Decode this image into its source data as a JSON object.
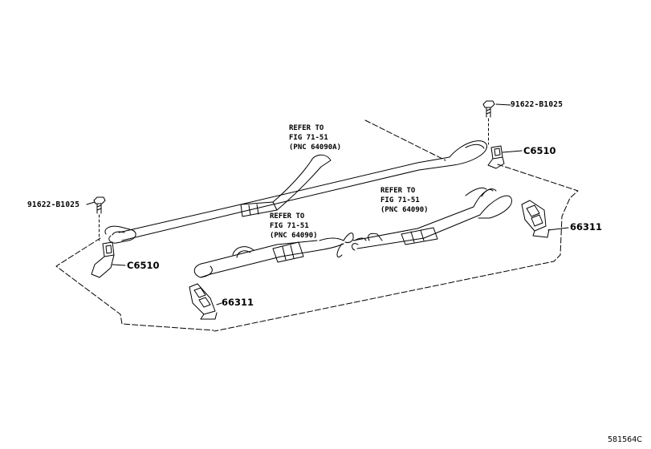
{
  "diagram": {
    "illustration_number": "581564C",
    "callouts": {
      "bolt_right": "91622-B1025",
      "bolt_left": "91622-B1025",
      "bracket_right": "C6510",
      "bracket_left": "C6510",
      "anchor_right": "66311",
      "anchor_center": "66311"
    },
    "references": [
      {
        "line1": "REFER TO",
        "line2": "FIG 71-51",
        "line3": "(PNC 64090A)"
      },
      {
        "line1": "REFER TO",
        "line2": "FIG 71-51",
        "line3": "(PNC 64090)"
      },
      {
        "line1": "REFER TO",
        "line2": "FIG 71-51",
        "line3": "(PNC 64090)"
      }
    ]
  }
}
